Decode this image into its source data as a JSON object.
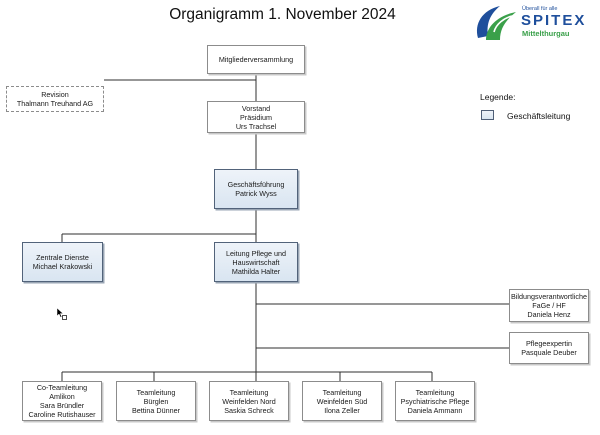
{
  "title": "Organigramm 1. November 2024",
  "logo": {
    "tagline": "Überall für alle",
    "brand": "SPITEX",
    "region": "Mittelthurgau",
    "colors": {
      "blue": "#1f4f9c",
      "green": "#3aa04a"
    }
  },
  "legend": {
    "title": "Legende:",
    "label": "Geschäftsleitung"
  },
  "nodes": {
    "mv": [
      "Mitgliederversammlung"
    ],
    "revision": [
      "Revision",
      "Thalmann Treuhand AG"
    ],
    "vorstand": [
      "Vorstand",
      "Präsidium",
      "Urs Trachsel"
    ],
    "gf": [
      "Geschäftsführung",
      "Patrick Wyss"
    ],
    "zd": [
      "Zentrale Dienste",
      "Michael Krakowski"
    ],
    "lp": [
      "Leitung Pflege und",
      "Hauswirtschaft",
      "Mathilda Halter"
    ],
    "bv": [
      "Bildungsverantwortliche",
      "FaGe / HF",
      "Daniela Henz"
    ],
    "pe": [
      "Pflegeexpertin",
      "Pasquale Deuber"
    ],
    "t1": [
      "Co-Teamleitung",
      "Amlikon",
      "Sara Bründler",
      "Caroline Rutishauser"
    ],
    "t2": [
      "Teamleitung",
      "Bürglen",
      "Bettina Dünner"
    ],
    "t3": [
      "Teamleitung",
      "Weinfelden Nord",
      "Saskia Schreck"
    ],
    "t4": [
      "Teamleitung",
      "Weinfelden Süd",
      "Ilona Zeller"
    ],
    "t5": [
      "Teamleitung",
      "Psychiatrische Pflege",
      "Daniela Ammann"
    ]
  }
}
